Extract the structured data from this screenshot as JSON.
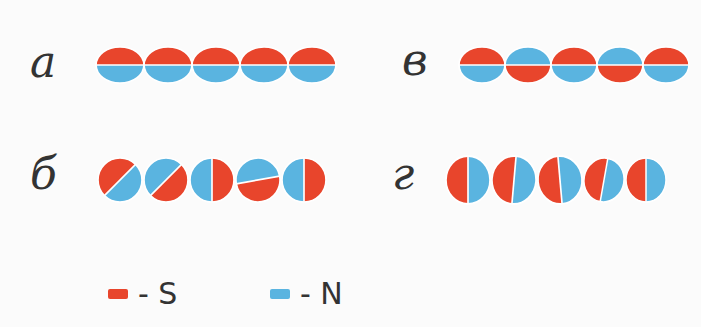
{
  "diagram": {
    "labels": [
      "а",
      "в",
      "б",
      "г"
    ],
    "legend": [
      {
        "text": "- S",
        "color": "#e8452c"
      },
      {
        "text": "- N",
        "color": "#5ab4e0"
      }
    ]
  }
}
